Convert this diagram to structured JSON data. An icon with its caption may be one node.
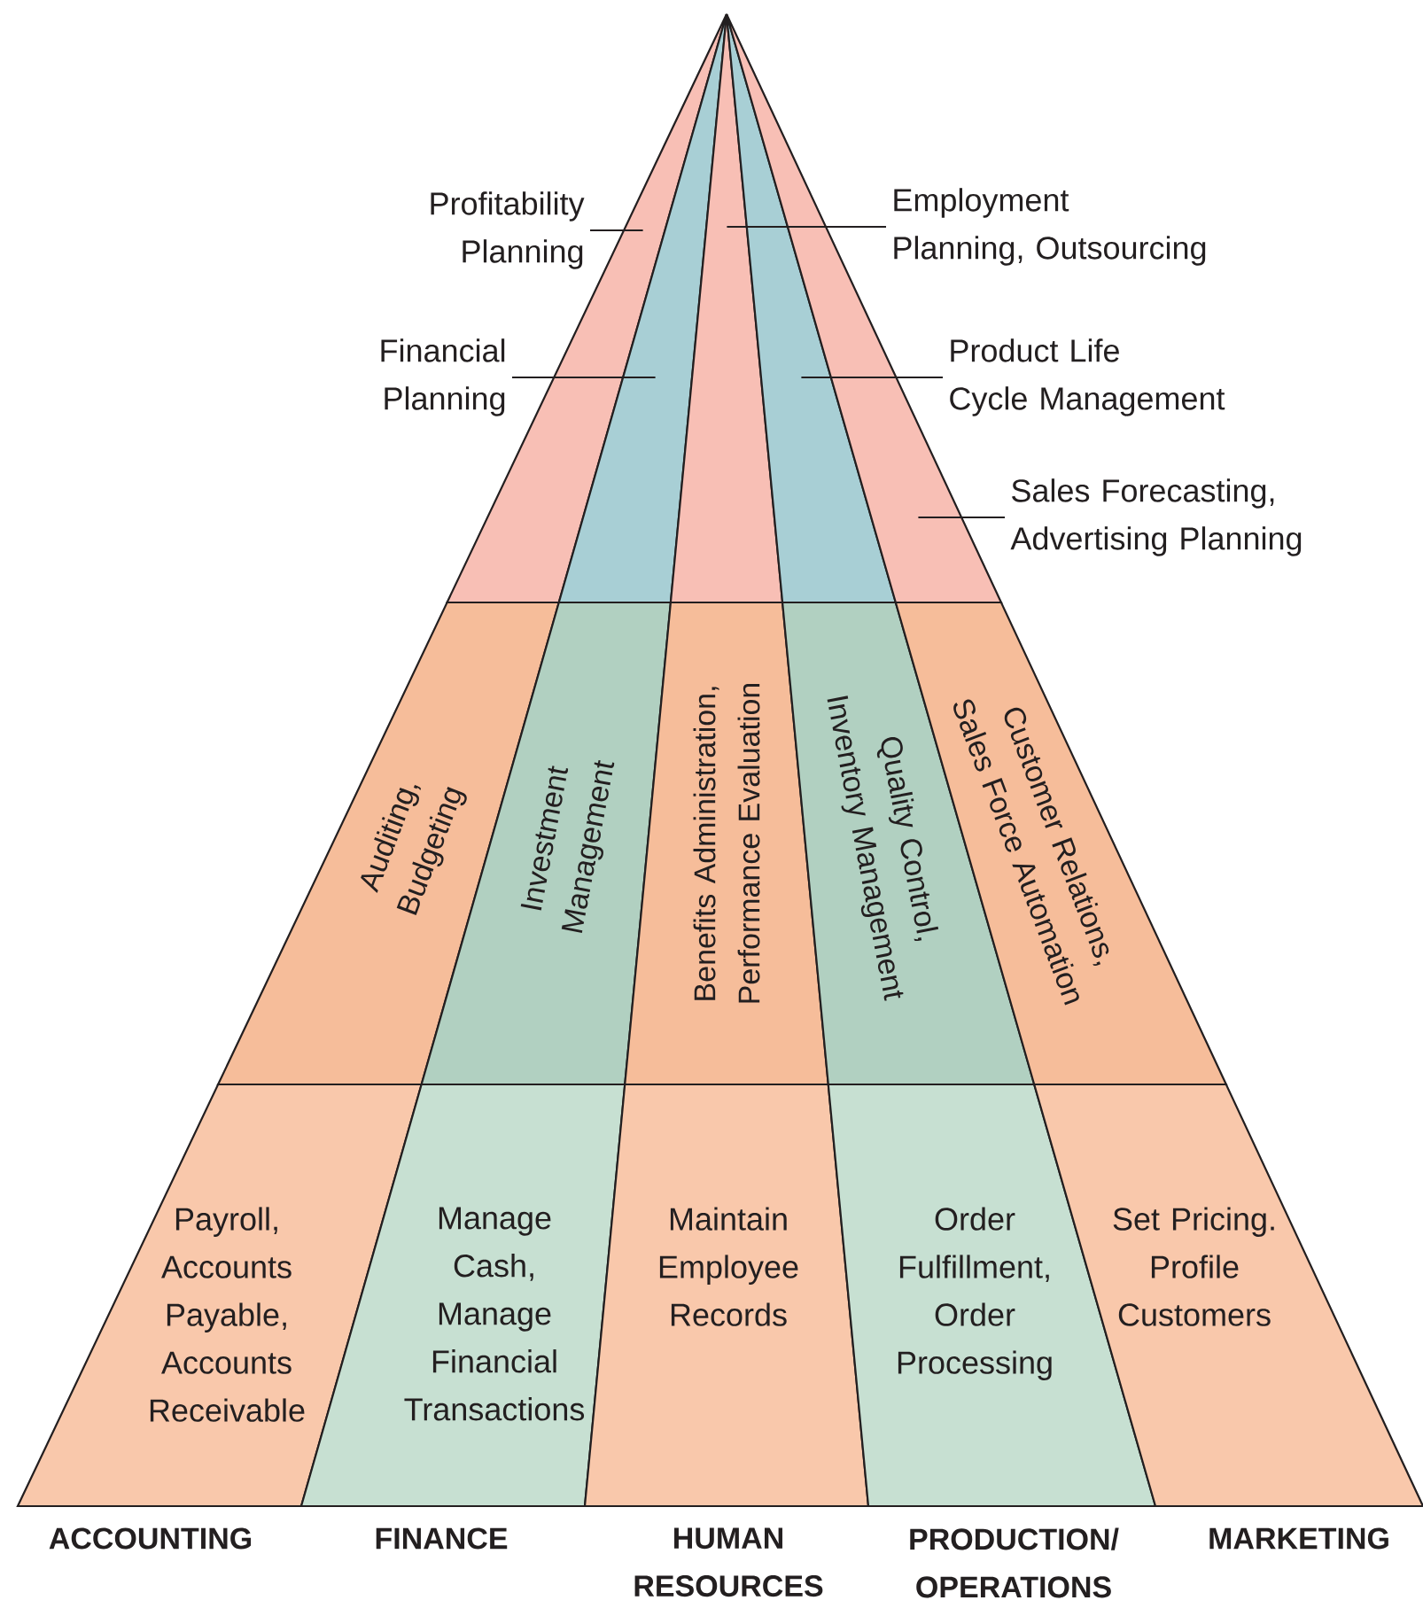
{
  "diagram": {
    "nodes": [
      {
        "text": [],
        "shape": "triangle"
      },
      {
        "text": [],
        "shape": "triangle"
      },
      {
        "text": [],
        "shape": "triangle"
      },
      {
        "text": [],
        "shape": "triangle"
      },
      {
        "text": [],
        "shape": "triangle"
      },
      {
        "text": [
          "Profitability Planning"
        ]
      },
      {
        "text": [
          "Employment Planning, Outsourcing"
        ]
      },
      {
        "text": [
          "Financial Planning"
        ]
      },
      {
        "text": [
          "Product Life Cycle Management"
        ]
      },
      {
        "text": [
          "Sales Forecasting, Advertising Planning"
        ]
      },
      {
        "text": [
          "Auditing, Budgeting"
        ]
      },
      {
        "text": [
          "Investment Management"
        ]
      },
      {
        "text": [
          "Benefits Administration, Performance Evaluation"
        ]
      },
      {
        "text": [
          "Quality Control, Inventory Management"
        ]
      },
      {
        "text": [
          "Customer Relations, Sales Force Automation"
        ]
      },
      {
        "text": [
          "Payroll, Accounts Payable, Accounts Receivable"
        ]
      },
      {
        "text": [
          "Manage Cash, Manage Financial Transactions"
        ]
      },
      {
        "text": [
          "Maintain Employee Records"
        ]
      },
      {
        "text": [
          "Order Fulfillment, Order Processing"
        ]
      },
      {
        "text": [
          "Set Pricing. Profile Customers"
        ]
      }
    ],
    "edges": [
      {
        "from": 5,
        "to": 0,
        "arrow": "none"
      },
      {
        "from": 6,
        "to": 2,
        "arrow": "none"
      },
      {
        "from": 7,
        "to": 1,
        "arrow": "none"
      },
      {
        "from": 8,
        "to": 3,
        "arrow": "none"
      },
      {
        "from": 9,
        "to": 4,
        "arrow": "none"
      }
    ],
    "labels": [
      "ACCOUNTING",
      "FINANCE",
      "HUMAN RESOURCES",
      "PRODUCTION/ OPERATIONS",
      "MARKETING"
    ]
  }
}
